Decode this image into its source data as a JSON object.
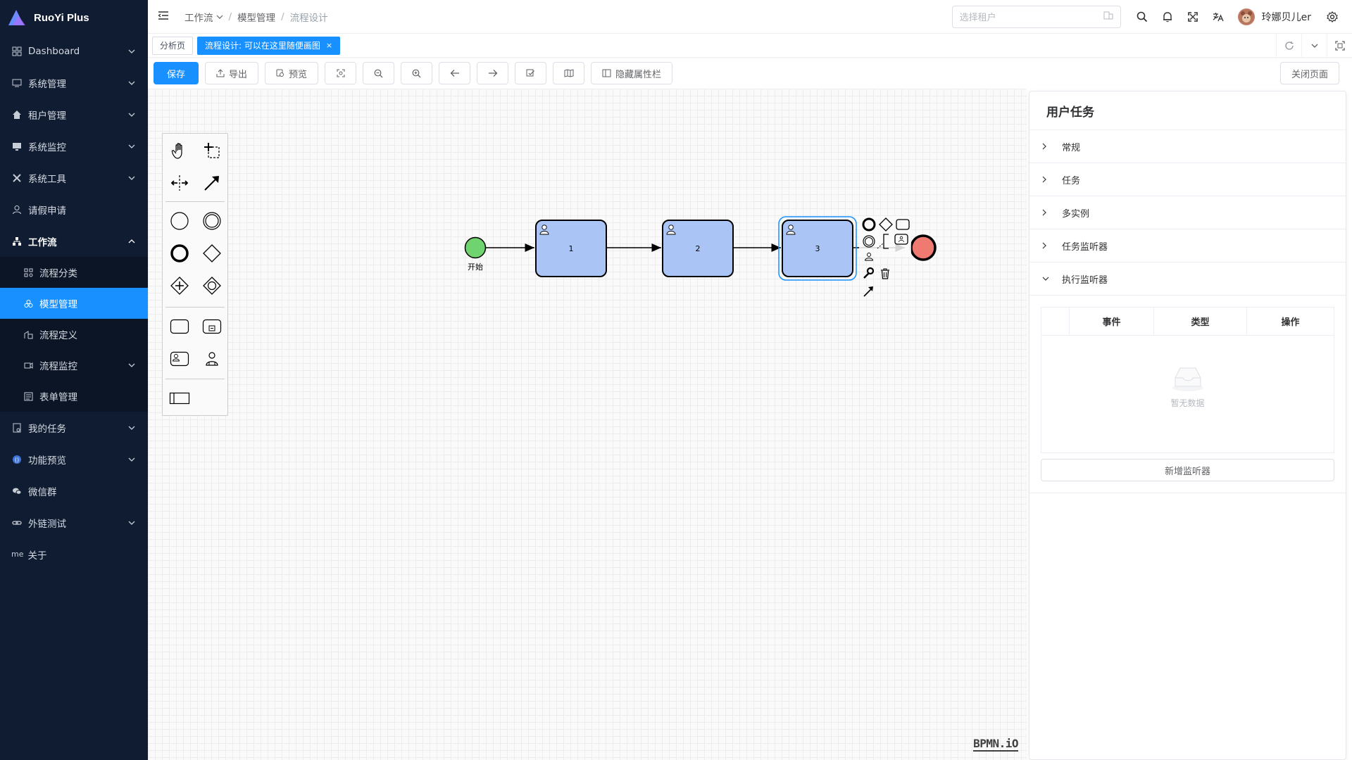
{
  "app": {
    "name": "RuoYi Plus"
  },
  "sidebar": {
    "items": [
      {
        "label": "Dashboard",
        "icon": "dashboard-icon"
      },
      {
        "label": "系统管理",
        "icon": "system-icon"
      },
      {
        "label": "租户管理",
        "icon": "home-icon"
      },
      {
        "label": "系统监控",
        "icon": "monitor-icon"
      },
      {
        "label": "系统工具",
        "icon": "tools-icon"
      },
      {
        "label": "请假申请",
        "icon": "user-icon"
      },
      {
        "label": "工作流",
        "icon": "workflow-icon"
      },
      {
        "label": "我的任务",
        "icon": "task-icon"
      },
      {
        "label": "功能预览",
        "icon": "preview-icon"
      },
      {
        "label": "微信群",
        "icon": "wechat-icon"
      },
      {
        "label": "外链测试",
        "icon": "link-icon"
      },
      {
        "label": "关于",
        "icon_text": "me"
      }
    ],
    "workflow_children": [
      {
        "label": "流程分类"
      },
      {
        "label": "模型管理"
      },
      {
        "label": "流程定义"
      },
      {
        "label": "流程监控"
      },
      {
        "label": "表单管理"
      }
    ]
  },
  "header": {
    "breadcrumb": [
      "工作流",
      "模型管理",
      "流程设计"
    ],
    "tenant_placeholder": "选择租户",
    "username": "玲娜贝儿er"
  },
  "tags": [
    {
      "label": "分析页"
    },
    {
      "label": "流程设计: 可以在这里随便画图"
    }
  ],
  "toolbar": {
    "save": "保存",
    "export": "导出",
    "preview": "预览",
    "hide_props": "隐藏属性栏",
    "close_page": "关闭页面"
  },
  "diagram": {
    "start_label": "开始",
    "tasks": [
      "1",
      "2",
      "3"
    ],
    "watermark": "BPMN.iO",
    "colors": {
      "task_fill": "#a9c4f5",
      "start_fill": "#6fd46f",
      "end_fill": "#ef7a72",
      "selection": "#1890ff"
    }
  },
  "properties": {
    "title": "用户任务",
    "sections": [
      "常规",
      "任务",
      "多实例",
      "任务监听器",
      "执行监听器"
    ],
    "table_headers": [
      "事件",
      "类型",
      "操作"
    ],
    "empty_text": "暂无数据",
    "add_button": "新增监听器"
  }
}
